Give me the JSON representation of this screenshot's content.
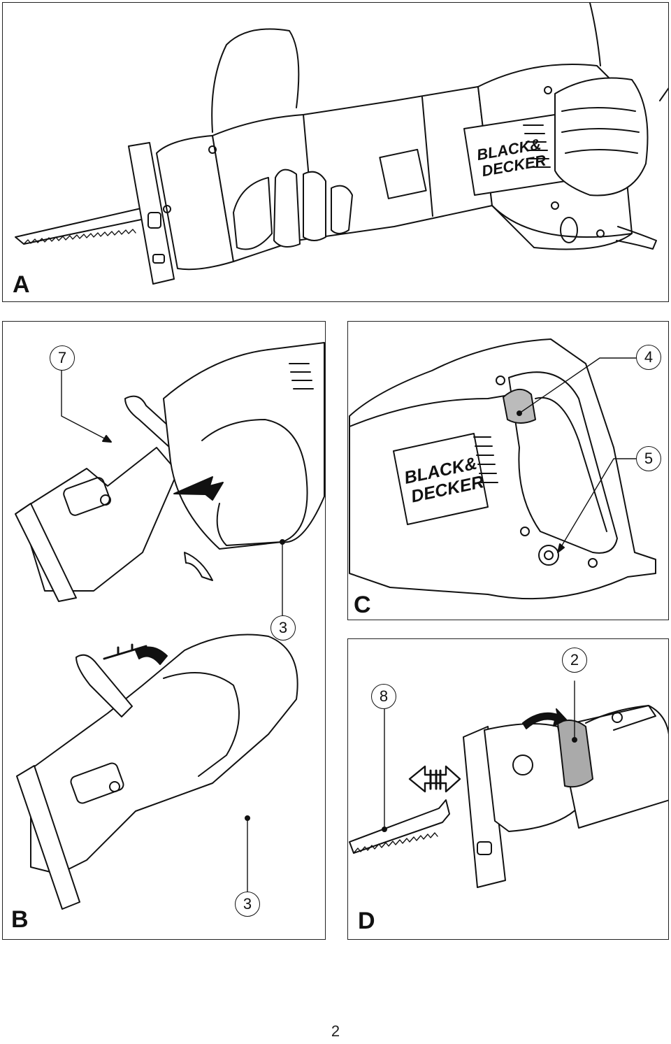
{
  "figures": {
    "a": {
      "letter": "A",
      "brand_line1": "BLACK&",
      "brand_line2": "DECKER"
    },
    "b": {
      "letter": "B",
      "callouts": [
        "7",
        "3",
        "3"
      ]
    },
    "c": {
      "letter": "C",
      "callouts": [
        "4",
        "5"
      ],
      "brand_line1": "BLACK&",
      "brand_line2": "DECKER"
    },
    "d": {
      "letter": "D",
      "callouts": [
        "2",
        "8"
      ]
    }
  },
  "page_number": "2"
}
